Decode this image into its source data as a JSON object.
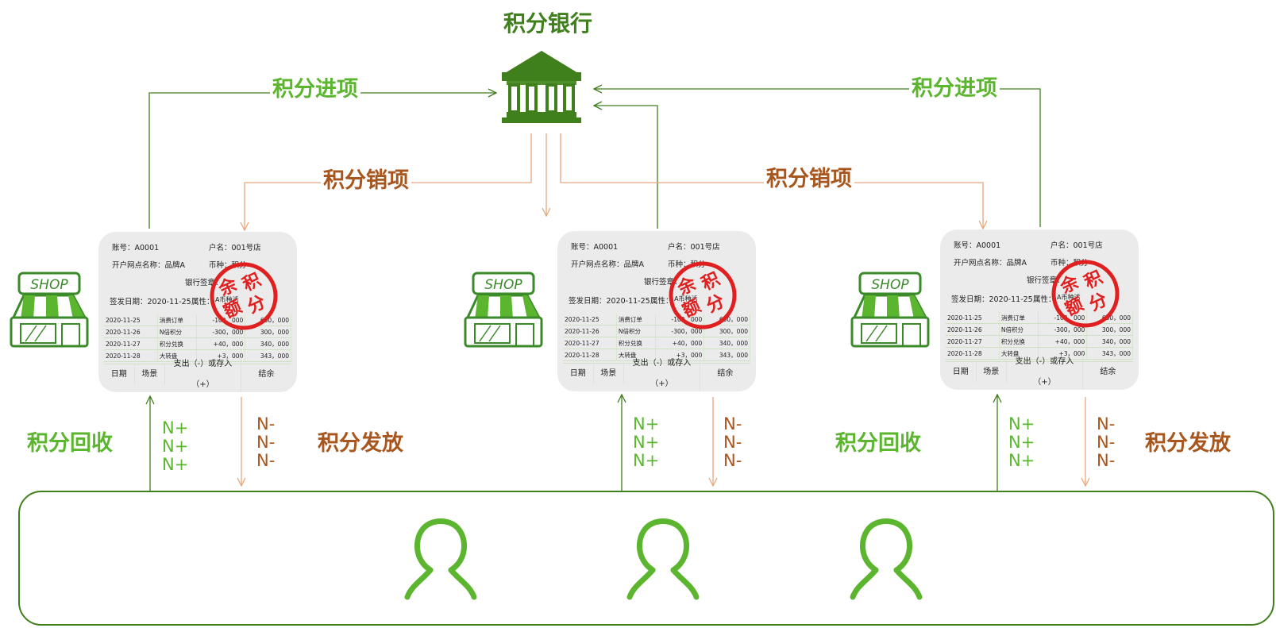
{
  "bank": {
    "title": "积分银行",
    "icon": "bank-icon"
  },
  "labels": {
    "in_left": "积分进项",
    "in_right": "积分进项",
    "out_left": "积分销项",
    "out_right": "积分销项",
    "recycle_left": "积分回收",
    "recycle_right": "积分回收",
    "issue_left": "积分发放",
    "issue_right": "积分发放"
  },
  "n_plus": "N+\nN+\nN+",
  "n_minus": "N-\nN-\nN-",
  "shop_sign": "SHOP",
  "stamp_text": [
    "余",
    "积",
    "额",
    "分"
  ],
  "card": {
    "account": "账号：A0001",
    "holder": "户名：001号店",
    "branch": "开户网点名称：品牌A",
    "currency": "币种：积分",
    "signature": "银行签章：",
    "issue_date": "签发日期：2020-11-25",
    "attr": "属性：",
    "attr_value": "A币种活",
    "rows": [
      [
        "2020-11-25",
        "消费订单",
        "-100，000",
        "600，000"
      ],
      [
        "2020-11-26",
        "N倍积分",
        "-300，000",
        "300，000"
      ],
      [
        "2020-11-27",
        "积分兑换",
        "+40，000",
        "340，000"
      ],
      [
        "2020-11-28",
        "大转盘",
        "+3，000",
        "343，000"
      ]
    ],
    "columns": [
      "日期",
      "场景",
      "支出（-）或存入（+）",
      "结余"
    ]
  },
  "colors": {
    "dark_green": "#3f7f1c",
    "green": "#5bb52f",
    "brown": "#a8561e",
    "orange_line": "#e8a77c",
    "stamp_red": "#e02020"
  },
  "users": [
    "user-icon",
    "user-icon",
    "user-icon"
  ]
}
